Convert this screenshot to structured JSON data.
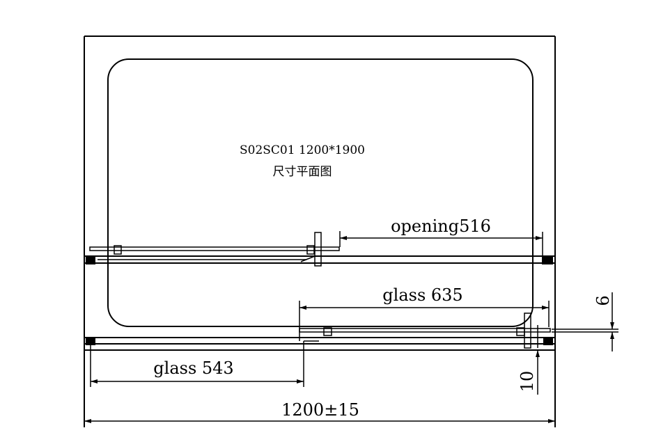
{
  "drawing": {
    "model_line": "S02SC01 1200*1900",
    "subtitle": "尺寸平面图",
    "dimensions": {
      "opening": "opening516",
      "glass_upper": "glass 635",
      "glass_lower": "glass 543",
      "overall_width": "1200±15",
      "gap": "6",
      "offset": "10"
    },
    "line_color": "#000000"
  }
}
